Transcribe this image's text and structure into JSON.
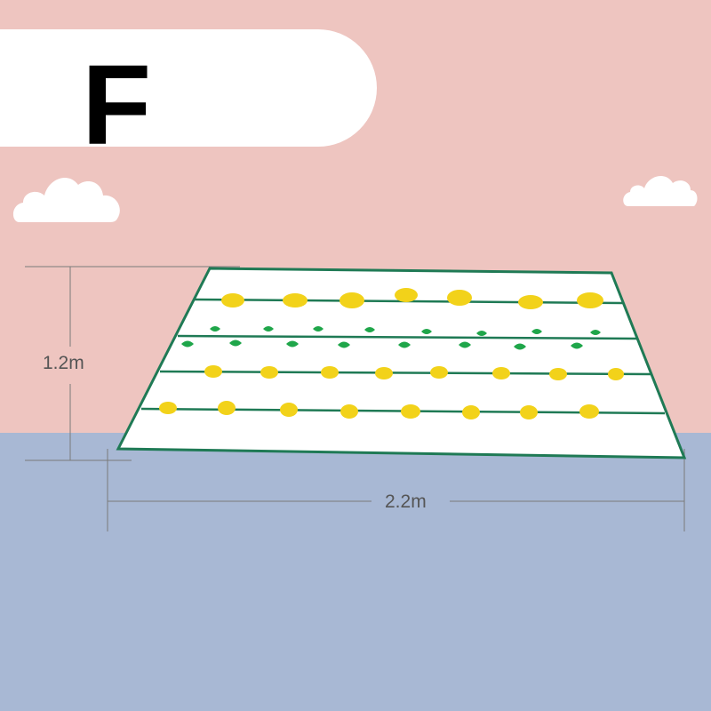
{
  "product": {
    "variant_letter": "F"
  },
  "dimensions": {
    "height_label": "1.2m",
    "width_label": "2.2m"
  },
  "colors": {
    "sky": "#eec5c0",
    "ground": "#a8b8d4",
    "mat_border": "#1f7a55",
    "leaf_green": "#1fa64a",
    "flower_yellow": "#f2d21a"
  },
  "icons": {
    "cloud_left": "cloud-icon",
    "cloud_right": "cloud-icon"
  }
}
